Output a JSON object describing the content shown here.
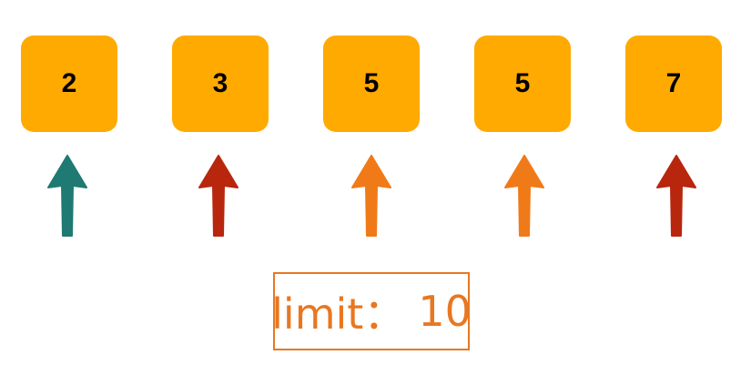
{
  "boxes": [
    {
      "value": "2",
      "arrow_color": "#1E7A72"
    },
    {
      "value": "3",
      "arrow_color": "#B8260E"
    },
    {
      "value": "5",
      "arrow_color": "#F07A18"
    },
    {
      "value": "5",
      "arrow_color": "#F07A18"
    },
    {
      "value": "7",
      "arrow_color": "#B8260E"
    }
  ],
  "box_color": "#FFAA00",
  "limit": {
    "label": "limit：",
    "value": "10",
    "color": "#E87722"
  }
}
